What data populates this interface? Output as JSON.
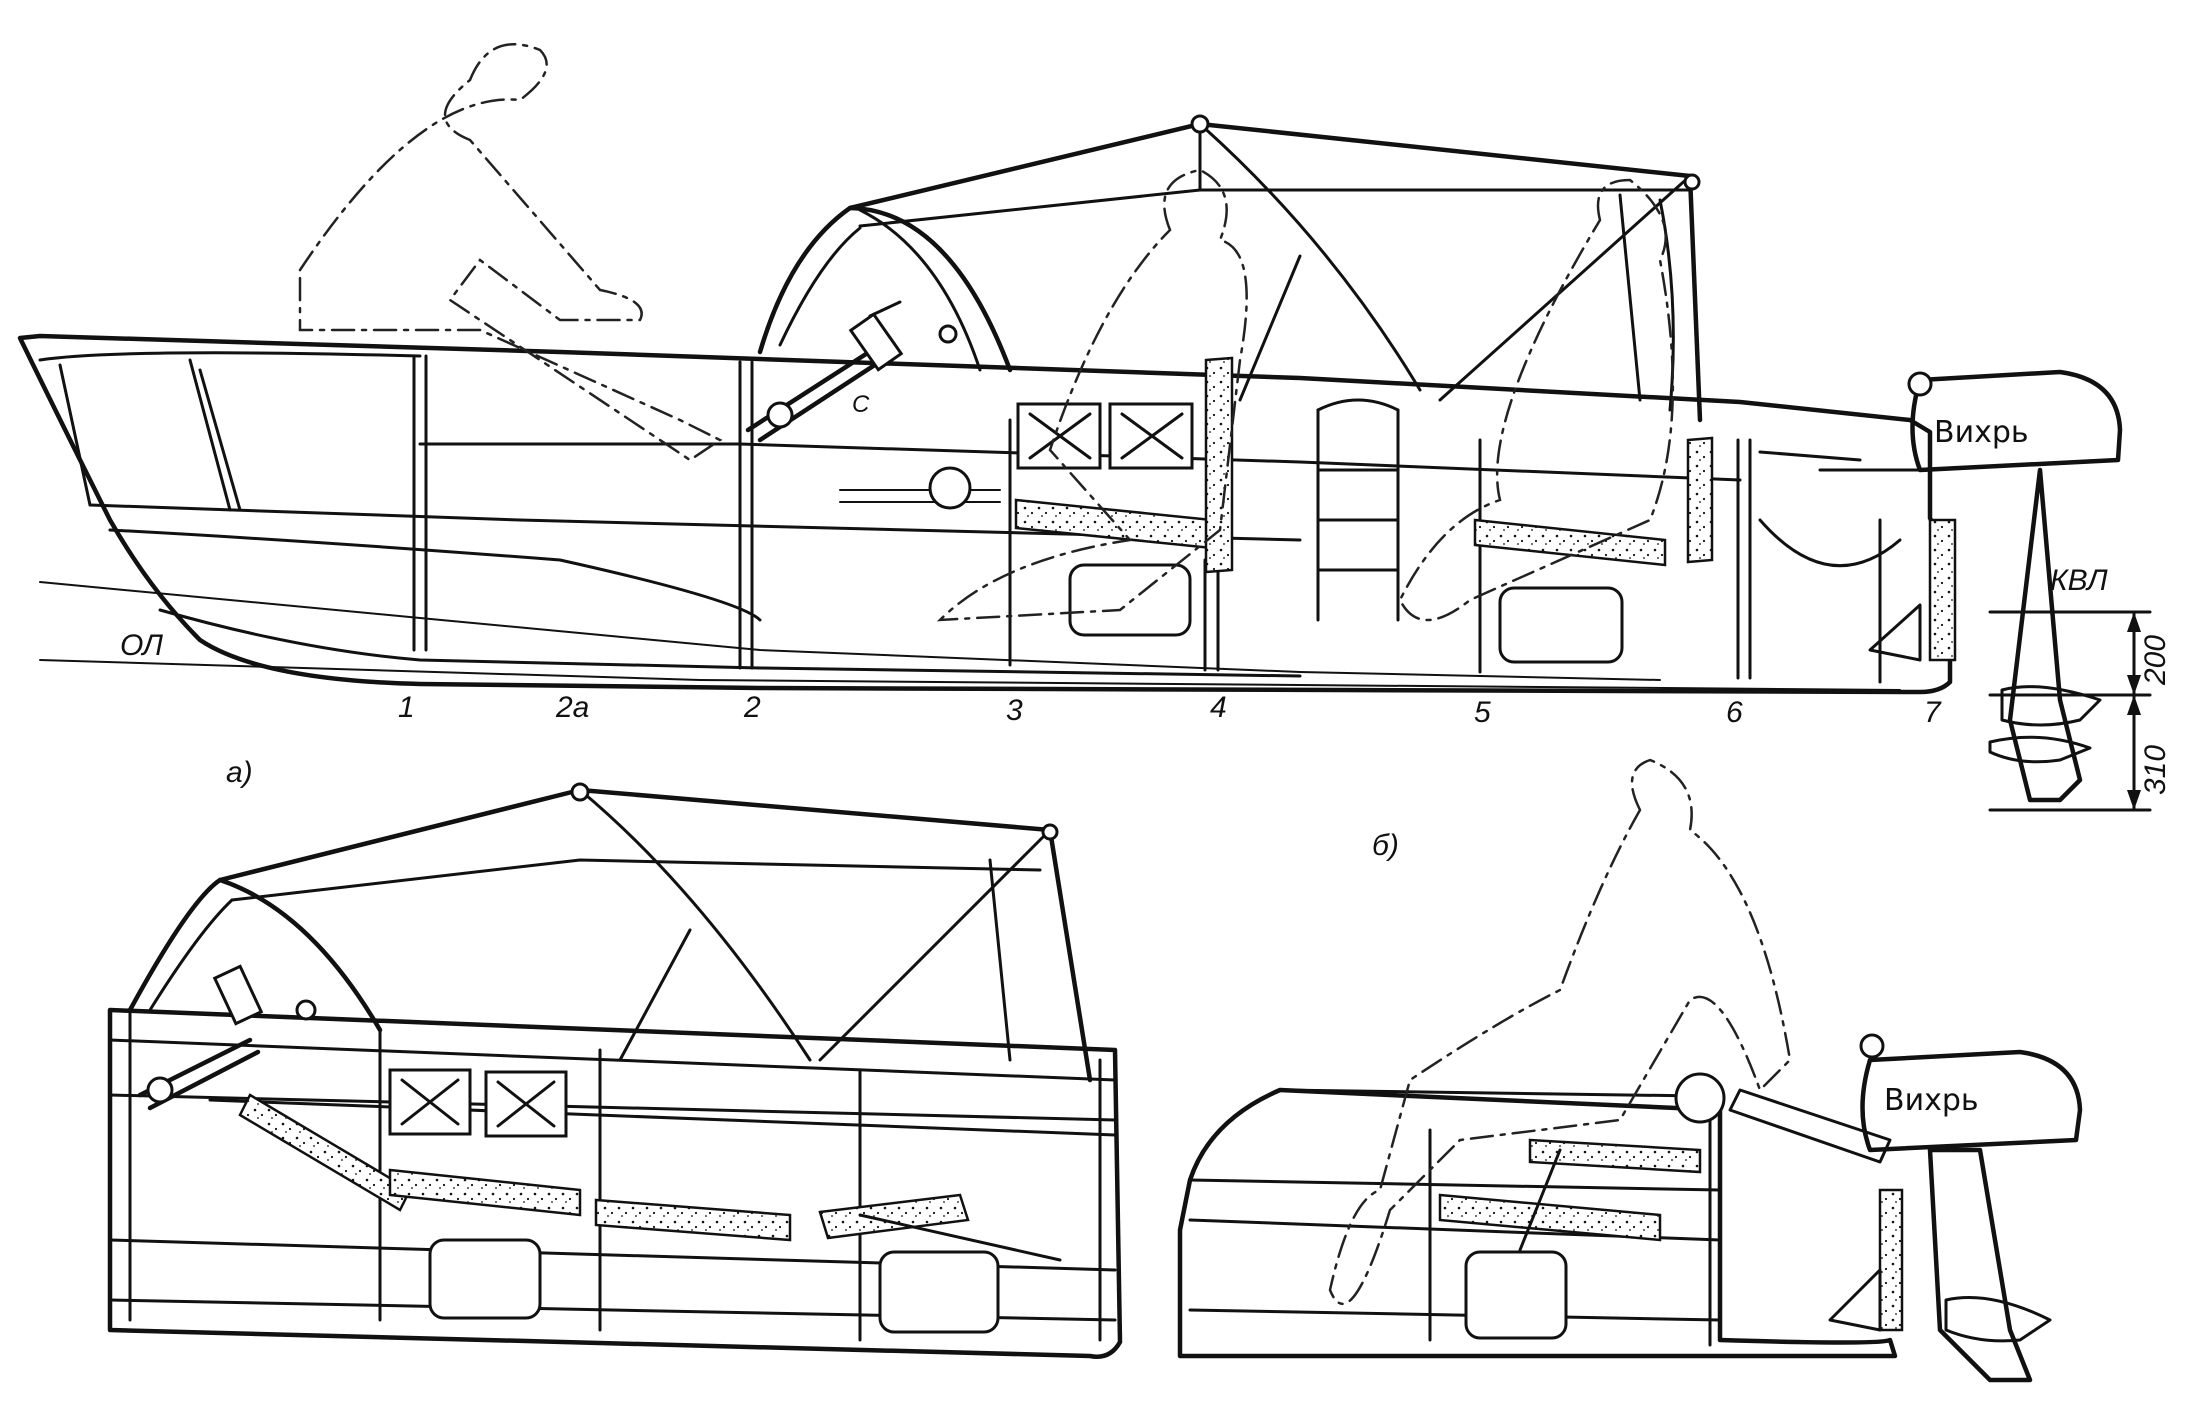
{
  "view_a": {
    "label": "а)",
    "waterline_label": "ОЛ",
    "kvl_label": "КВЛ",
    "dim_upper": "200",
    "dim_lower": "310",
    "frames": [
      "1",
      "2а",
      "2",
      "3",
      "4",
      "5",
      "6",
      "7"
    ],
    "motor_brand": "Вихрь",
    "small_letter": "С"
  },
  "view_b": {
    "label": "б)",
    "motor_brand": "Вихрь"
  }
}
